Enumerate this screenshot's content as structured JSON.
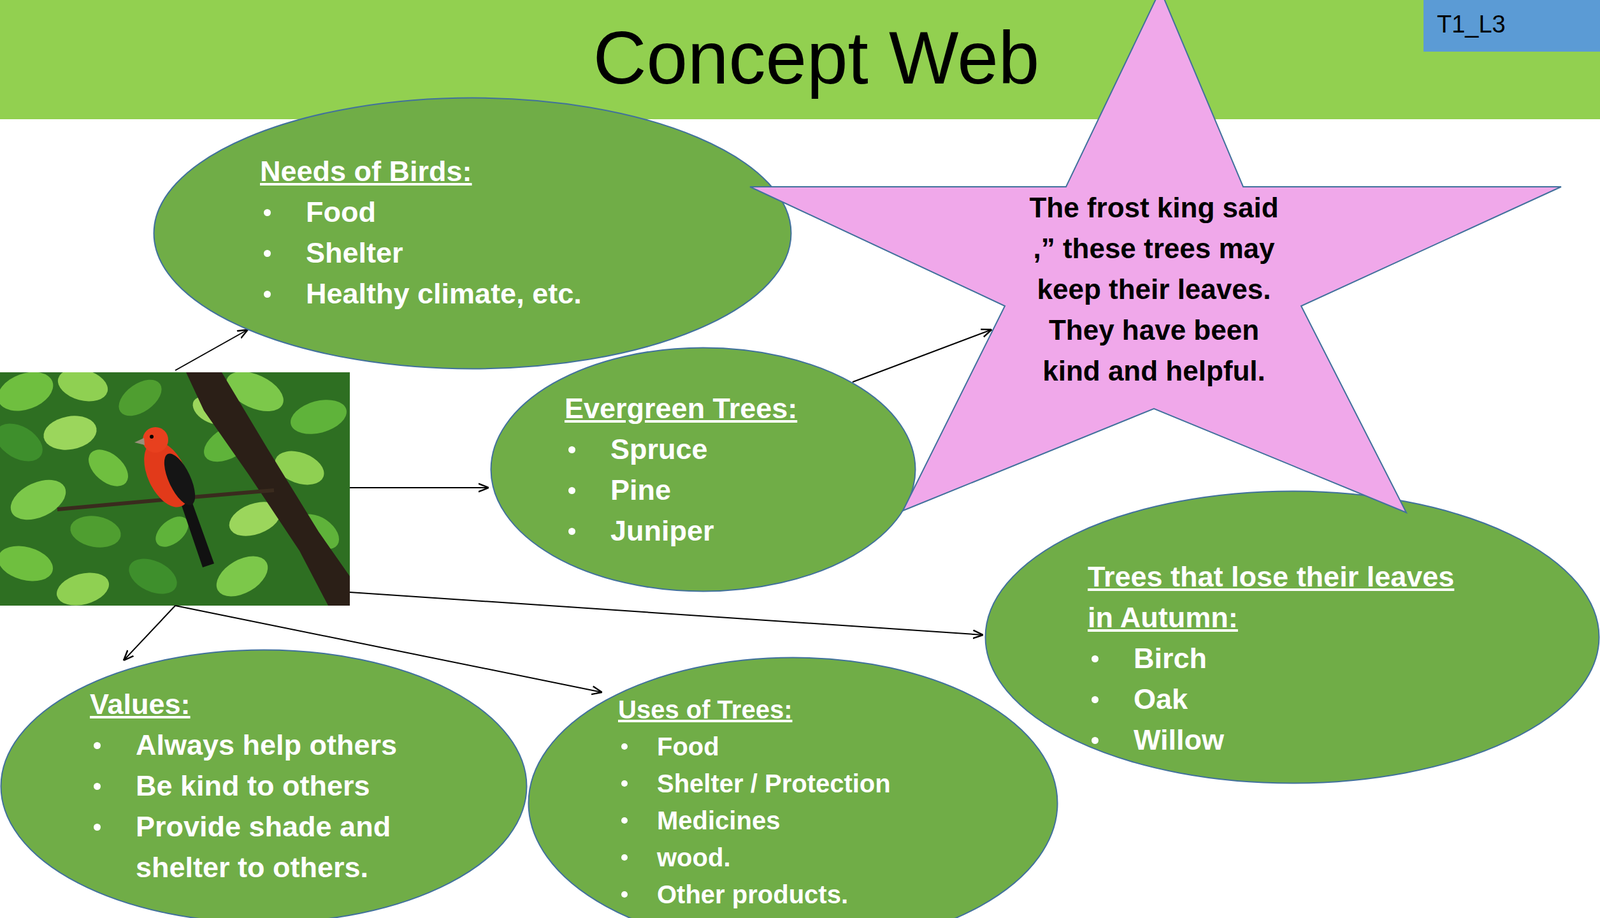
{
  "diagram": {
    "title": "Concept Web",
    "nodes": [
      {
        "text": [
          "T1_L3"
        ]
      },
      {
        "text": [
          "Needs of Birds:",
          "Food",
          "Shelter",
          "Healthy climate, etc."
        ]
      },
      {
        "text": [
          "The frost king said ,” these trees may keep their leaves. They have been kind and helpful."
        ]
      },
      {
        "text": [
          "Evergreen Trees:",
          "Spruce",
          "Pine",
          "Juniper"
        ]
      },
      {
        "text": [
          "Trees that lose their leaves in Autumn:",
          "Birch",
          "Oak",
          "Willow"
        ]
      },
      {
        "text": [
          "Values:",
          "Always help others",
          "Be kind to others",
          "Provide shade and shelter to others."
        ]
      },
      {
        "text": [
          "Uses of Trees:",
          "Food",
          "Shelter / Protection",
          "Medicines",
          "wood.",
          "Other products."
        ]
      }
    ],
    "edges": [
      {
        "from": 3,
        "to": 2,
        "arrow": "to"
      }
    ]
  }
}
